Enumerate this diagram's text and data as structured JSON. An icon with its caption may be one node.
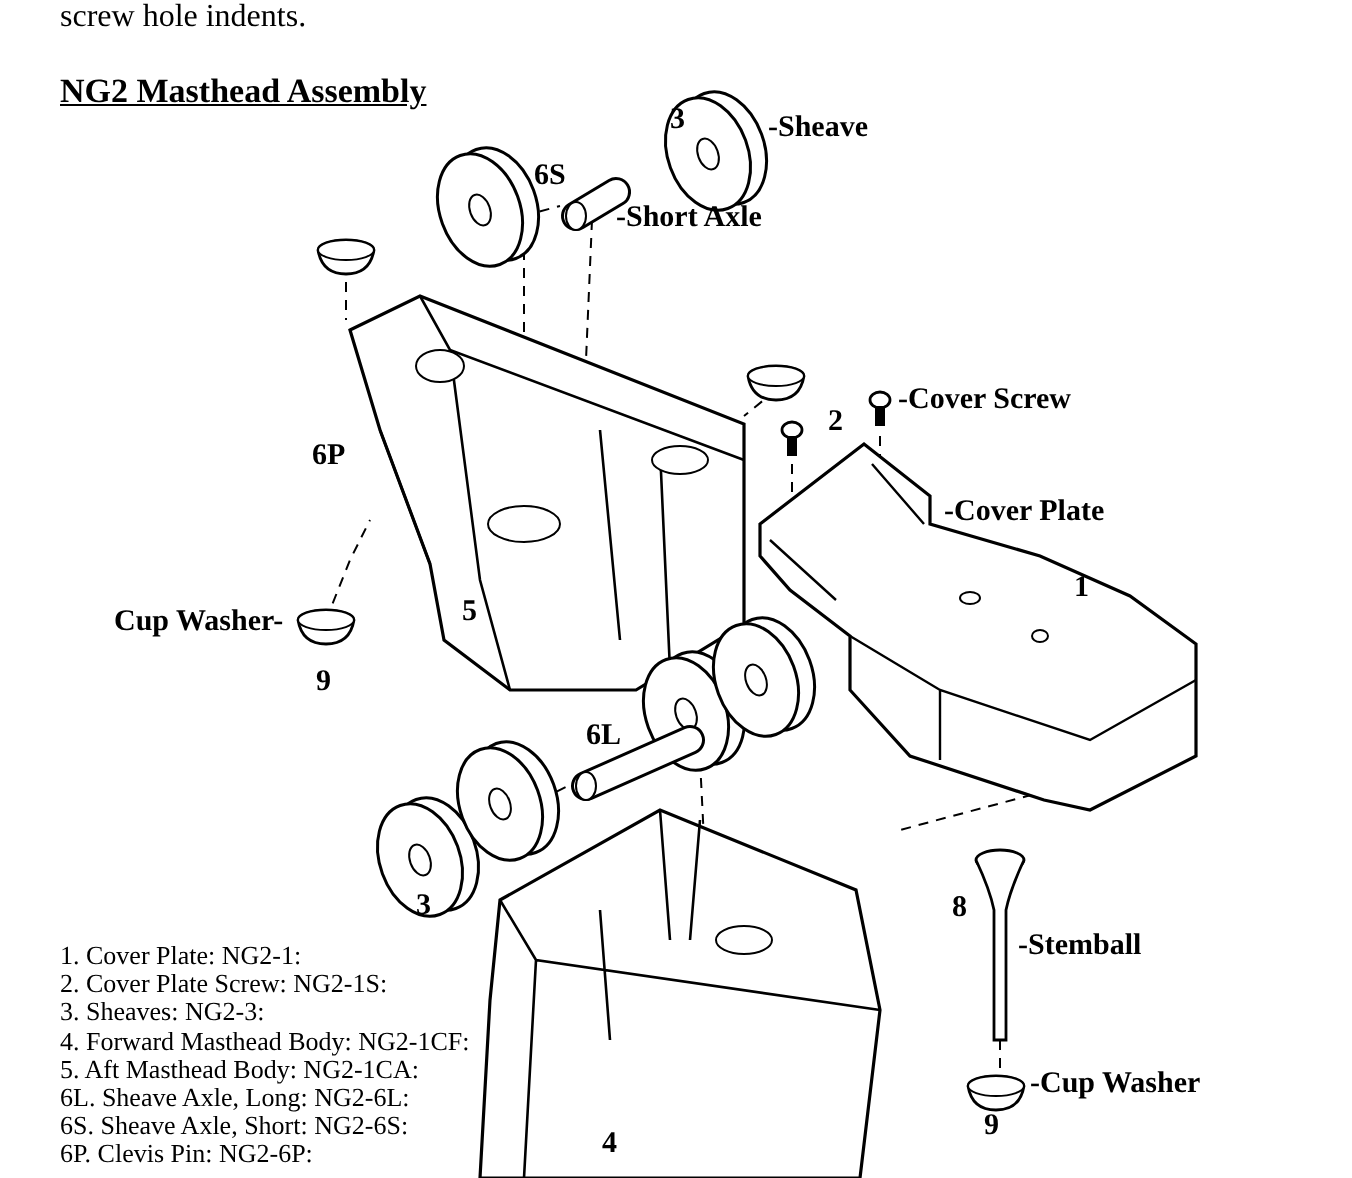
{
  "diagram": {
    "title": "NG2 Masthead Assembly",
    "labels": [
      "screw hole indents.",
      "3",
      "-Sheave",
      "6S",
      "-Short Axle",
      "-Cover Screw",
      "2",
      "6P",
      "-Cover Plate",
      "Cup Washer-",
      "5",
      "1",
      "9",
      "6L",
      "3",
      "8",
      "-Stemball",
      "1. Cover Plate: NG2-1:",
      "2. Cover Plate Screw: NG2-1S:",
      "3. Sheaves: NG2-3:",
      "4. Forward Masthead Body: NG2-1CF:",
      "5. Aft Masthead Body: NG2-1CA:",
      "6L. Sheave Axle, Long: NG2-6L:",
      "6S. Sheave Axle, Short: NG2-6S:",
      "6P. Clevis Pin: NG2-6P:",
      "-Cup Washer",
      "4",
      "9"
    ]
  }
}
